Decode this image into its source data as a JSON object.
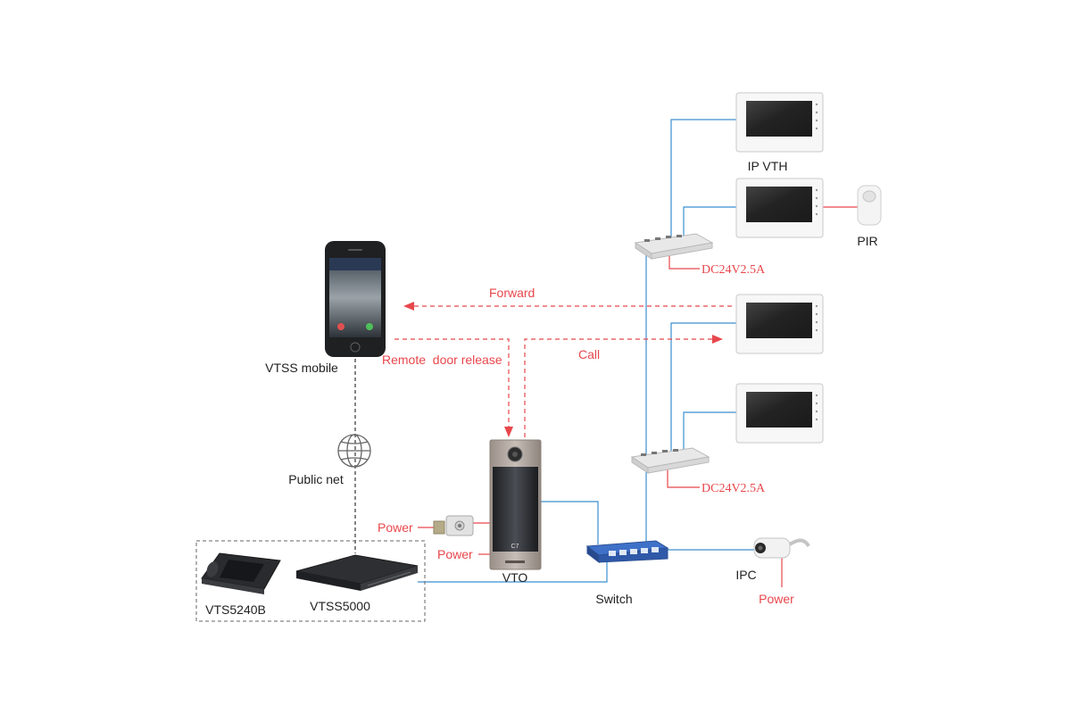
{
  "colors": {
    "network_line": "#3a8fd0",
    "signal_line": "#e8474c",
    "public_net_line": "#333333",
    "label_dark": "#222222",
    "label_red": "#e8474c"
  },
  "labels": {
    "ip_vth": "IP VTH",
    "pir": "PIR",
    "dc_top": "DC24V2.5A",
    "dc_bottom": "DC24V2.5A",
    "forward": "Forward",
    "call": "Call",
    "remote_door_release": "Remote  door release",
    "vtss_mobile": "VTSS mobile",
    "public_net": "Public net",
    "power_lock": "Power",
    "power_vto": "Power",
    "vto": "VTO",
    "switch": "Switch",
    "ipc": "IPC",
    "power_ipc": "Power",
    "vts5240b": "VTS5240B",
    "vtss5000": "VTSS5000"
  },
  "icons": {
    "mobile": "smartphone-icon",
    "public_net": "globe-icon",
    "lock": "door-lock-icon",
    "pir": "pir-sensor-icon",
    "ipc": "bullet-camera-icon"
  }
}
